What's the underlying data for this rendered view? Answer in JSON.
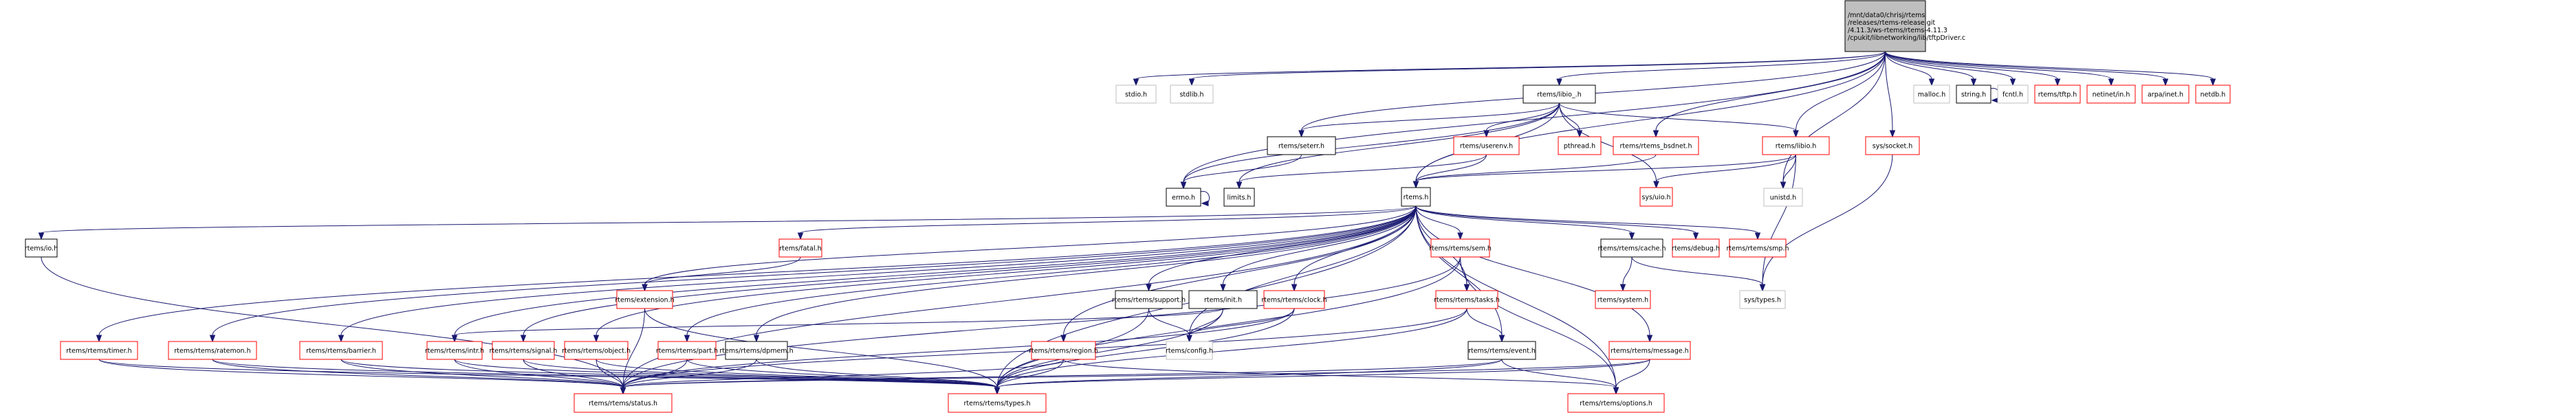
{
  "title": "Include dependency graph for tftpDriver.c",
  "colors": {
    "edge": "#191970",
    "root_fill": "#bfbfbf",
    "documented_border": "#000000",
    "undocumented_border": "#ff0000",
    "external_border": "#bfbfbf"
  },
  "nodes": [
    {
      "id": "root",
      "kind": "root",
      "lines": [
        "/mnt/data0/chrisj/rtems",
        "/releases/rtems-release.git",
        "/4.11.3/ws-rtems/rtems-4.11.3",
        "/cpukit/libnetworking/lib/tftpDriver.c"
      ]
    },
    {
      "id": "stdio",
      "kind": "gray",
      "lines": [
        "stdio.h"
      ]
    },
    {
      "id": "stdlib",
      "kind": "gray",
      "lines": [
        "stdlib.h"
      ]
    },
    {
      "id": "libio_",
      "kind": "black",
      "lines": [
        "rtems/libio_.h"
      ]
    },
    {
      "id": "malloc",
      "kind": "gray",
      "lines": [
        "malloc.h"
      ]
    },
    {
      "id": "string",
      "kind": "black",
      "lines": [
        "string.h"
      ]
    },
    {
      "id": "fcntl",
      "kind": "gray",
      "lines": [
        "fcntl.h"
      ]
    },
    {
      "id": "tftp",
      "kind": "red",
      "lines": [
        "rtems/tftp.h"
      ]
    },
    {
      "id": "netinet_in",
      "kind": "red",
      "lines": [
        "netinet/in.h"
      ]
    },
    {
      "id": "arpa_inet",
      "kind": "red",
      "lines": [
        "arpa/inet.h"
      ]
    },
    {
      "id": "netdb",
      "kind": "red",
      "lines": [
        "netdb.h"
      ]
    },
    {
      "id": "seterr",
      "kind": "black",
      "lines": [
        "rtems/seterr.h"
      ]
    },
    {
      "id": "userenv",
      "kind": "red",
      "lines": [
        "rtems/userenv.h"
      ]
    },
    {
      "id": "pthread",
      "kind": "red",
      "lines": [
        "pthread.h"
      ]
    },
    {
      "id": "bsdnet",
      "kind": "red",
      "lines": [
        "rtems/rtems_bsdnet.h"
      ]
    },
    {
      "id": "libio",
      "kind": "red",
      "lines": [
        "rtems/libio.h"
      ]
    },
    {
      "id": "sys_socket",
      "kind": "red",
      "lines": [
        "sys/socket.h"
      ]
    },
    {
      "id": "errno",
      "kind": "black",
      "lines": [
        "errno.h"
      ]
    },
    {
      "id": "limits",
      "kind": "black",
      "lines": [
        "limits.h"
      ]
    },
    {
      "id": "rtems",
      "kind": "black",
      "lines": [
        "rtems.h"
      ]
    },
    {
      "id": "sys_uio",
      "kind": "red",
      "lines": [
        "sys/uio.h"
      ]
    },
    {
      "id": "unistd",
      "kind": "gray",
      "lines": [
        "unistd.h"
      ]
    },
    {
      "id": "io",
      "kind": "black",
      "lines": [
        "rtems/io.h"
      ]
    },
    {
      "id": "fatal",
      "kind": "red",
      "lines": [
        "rtems/fatal.h"
      ]
    },
    {
      "id": "sem",
      "kind": "red",
      "lines": [
        "rtems/rtems/sem.h"
      ]
    },
    {
      "id": "cache",
      "kind": "black",
      "lines": [
        "rtems/rtems/cache.h"
      ]
    },
    {
      "id": "debug",
      "kind": "red",
      "lines": [
        "rtems/debug.h"
      ]
    },
    {
      "id": "smp",
      "kind": "red",
      "lines": [
        "rtems/rtems/smp.h"
      ]
    },
    {
      "id": "extension",
      "kind": "red",
      "lines": [
        "rtems/extension.h"
      ]
    },
    {
      "id": "init",
      "kind": "black",
      "lines": [
        "rtems/init.h"
      ]
    },
    {
      "id": "support",
      "kind": "black",
      "lines": [
        "rtems/rtems/support.h"
      ]
    },
    {
      "id": "clock",
      "kind": "red",
      "lines": [
        "rtems/rtems/clock.h"
      ]
    },
    {
      "id": "tasks",
      "kind": "red",
      "lines": [
        "rtems/rtems/tasks.h"
      ]
    },
    {
      "id": "system",
      "kind": "red",
      "lines": [
        "rtems/system.h"
      ]
    },
    {
      "id": "sys_types",
      "kind": "gray",
      "lines": [
        "sys/types.h"
      ]
    },
    {
      "id": "timer",
      "kind": "red",
      "lines": [
        "rtems/rtems/timer.h"
      ]
    },
    {
      "id": "ratemon",
      "kind": "red",
      "lines": [
        "rtems/rtems/ratemon.h"
      ]
    },
    {
      "id": "barrier",
      "kind": "red",
      "lines": [
        "rtems/rtems/barrier.h"
      ]
    },
    {
      "id": "intr",
      "kind": "red",
      "lines": [
        "rtems/rtems/intr.h"
      ]
    },
    {
      "id": "signal",
      "kind": "red",
      "lines": [
        "rtems/rtems/signal.h"
      ]
    },
    {
      "id": "object",
      "kind": "red",
      "lines": [
        "rtems/rtems/object.h"
      ]
    },
    {
      "id": "part",
      "kind": "red",
      "lines": [
        "rtems/rtems/part.h"
      ]
    },
    {
      "id": "dpmem",
      "kind": "black",
      "lines": [
        "rtems/rtems/dpmem.h"
      ]
    },
    {
      "id": "region",
      "kind": "red",
      "lines": [
        "rtems/rtems/region.h"
      ]
    },
    {
      "id": "config",
      "kind": "gray",
      "lines": [
        "rtems/config.h"
      ]
    },
    {
      "id": "event",
      "kind": "black",
      "lines": [
        "rtems/rtems/event.h"
      ]
    },
    {
      "id": "message",
      "kind": "red",
      "lines": [
        "rtems/rtems/message.h"
      ]
    },
    {
      "id": "status",
      "kind": "red",
      "lines": [
        "rtems/rtems/status.h"
      ]
    },
    {
      "id": "types",
      "kind": "red",
      "lines": [
        "rtems/rtems/types.h"
      ]
    },
    {
      "id": "options",
      "kind": "red",
      "lines": [
        "rtems/rtems/options.h"
      ]
    }
  ],
  "edges": [
    [
      "root",
      "stdio"
    ],
    [
      "root",
      "stdlib"
    ],
    [
      "root",
      "errno"
    ],
    [
      "root",
      "libio_"
    ],
    [
      "root",
      "seterr"
    ],
    [
      "root",
      "bsdnet"
    ],
    [
      "root",
      "rtems"
    ],
    [
      "root",
      "unistd"
    ],
    [
      "root",
      "malloc"
    ],
    [
      "root",
      "string"
    ],
    [
      "root",
      "fcntl"
    ],
    [
      "root",
      "tftp"
    ],
    [
      "root",
      "netinet_in"
    ],
    [
      "root",
      "arpa_inet"
    ],
    [
      "root",
      "netdb"
    ],
    [
      "root",
      "sys_socket"
    ],
    [
      "root",
      "libio"
    ],
    [
      "libio_",
      "seterr"
    ],
    [
      "libio_",
      "errno"
    ],
    [
      "libio_",
      "userenv"
    ],
    [
      "libio_",
      "pthread"
    ],
    [
      "libio_",
      "rtems"
    ],
    [
      "libio_",
      "libio"
    ],
    [
      "libio_",
      "limits"
    ],
    [
      "libio_",
      "sys_uio"
    ],
    [
      "seterr",
      "errno"
    ],
    [
      "errno",
      "errno"
    ],
    [
      "string",
      "string"
    ],
    [
      "userenv",
      "limits"
    ],
    [
      "userenv",
      "rtems"
    ],
    [
      "bsdnet",
      "rtems"
    ],
    [
      "libio",
      "rtems"
    ],
    [
      "libio",
      "sys_uio"
    ],
    [
      "libio",
      "unistd"
    ],
    [
      "libio",
      "sys_types"
    ],
    [
      "sys_socket",
      "sys_types"
    ],
    [
      "rtems",
      "io"
    ],
    [
      "rtems",
      "fatal"
    ],
    [
      "rtems",
      "extension"
    ],
    [
      "rtems",
      "sem"
    ],
    [
      "rtems",
      "cache"
    ],
    [
      "rtems",
      "debug"
    ],
    [
      "rtems",
      "smp"
    ],
    [
      "rtems",
      "init"
    ],
    [
      "rtems",
      "support"
    ],
    [
      "rtems",
      "clock"
    ],
    [
      "rtems",
      "tasks"
    ],
    [
      "rtems",
      "config"
    ],
    [
      "rtems",
      "timer"
    ],
    [
      "rtems",
      "ratemon"
    ],
    [
      "rtems",
      "barrier"
    ],
    [
      "rtems",
      "intr"
    ],
    [
      "rtems",
      "signal"
    ],
    [
      "rtems",
      "object"
    ],
    [
      "rtems",
      "part"
    ],
    [
      "rtems",
      "dpmem"
    ],
    [
      "rtems",
      "region"
    ],
    [
      "rtems",
      "event"
    ],
    [
      "rtems",
      "message"
    ],
    [
      "rtems",
      "status"
    ],
    [
      "rtems",
      "types"
    ],
    [
      "rtems",
      "options"
    ],
    [
      "io",
      "status"
    ],
    [
      "fatal",
      "extension"
    ],
    [
      "extension",
      "status"
    ],
    [
      "extension",
      "types"
    ],
    [
      "sem",
      "tasks"
    ],
    [
      "sem",
      "types"
    ],
    [
      "sem",
      "status"
    ],
    [
      "sem",
      "options"
    ],
    [
      "cache",
      "system"
    ],
    [
      "cache",
      "sys_types"
    ],
    [
      "init",
      "intr"
    ],
    [
      "init",
      "config"
    ],
    [
      "init",
      "types"
    ],
    [
      "support",
      "config"
    ],
    [
      "support",
      "types"
    ],
    [
      "clock",
      "config"
    ],
    [
      "clock",
      "status"
    ],
    [
      "clock",
      "types"
    ],
    [
      "tasks",
      "event"
    ],
    [
      "tasks",
      "status"
    ],
    [
      "tasks",
      "types"
    ],
    [
      "timer",
      "status"
    ],
    [
      "timer",
      "types"
    ],
    [
      "ratemon",
      "status"
    ],
    [
      "ratemon",
      "types"
    ],
    [
      "barrier",
      "status"
    ],
    [
      "barrier",
      "types"
    ],
    [
      "intr",
      "status"
    ],
    [
      "intr",
      "types"
    ],
    [
      "signal",
      "status"
    ],
    [
      "signal",
      "types"
    ],
    [
      "object",
      "status"
    ],
    [
      "object",
      "types"
    ],
    [
      "part",
      "status"
    ],
    [
      "part",
      "types"
    ],
    [
      "dpmem",
      "status"
    ],
    [
      "dpmem",
      "types"
    ],
    [
      "region",
      "options"
    ],
    [
      "region",
      "status"
    ],
    [
      "region",
      "types"
    ],
    [
      "event",
      "options"
    ],
    [
      "event",
      "status"
    ],
    [
      "event",
      "types"
    ],
    [
      "message",
      "options"
    ],
    [
      "message",
      "status"
    ],
    [
      "message",
      "types"
    ]
  ]
}
